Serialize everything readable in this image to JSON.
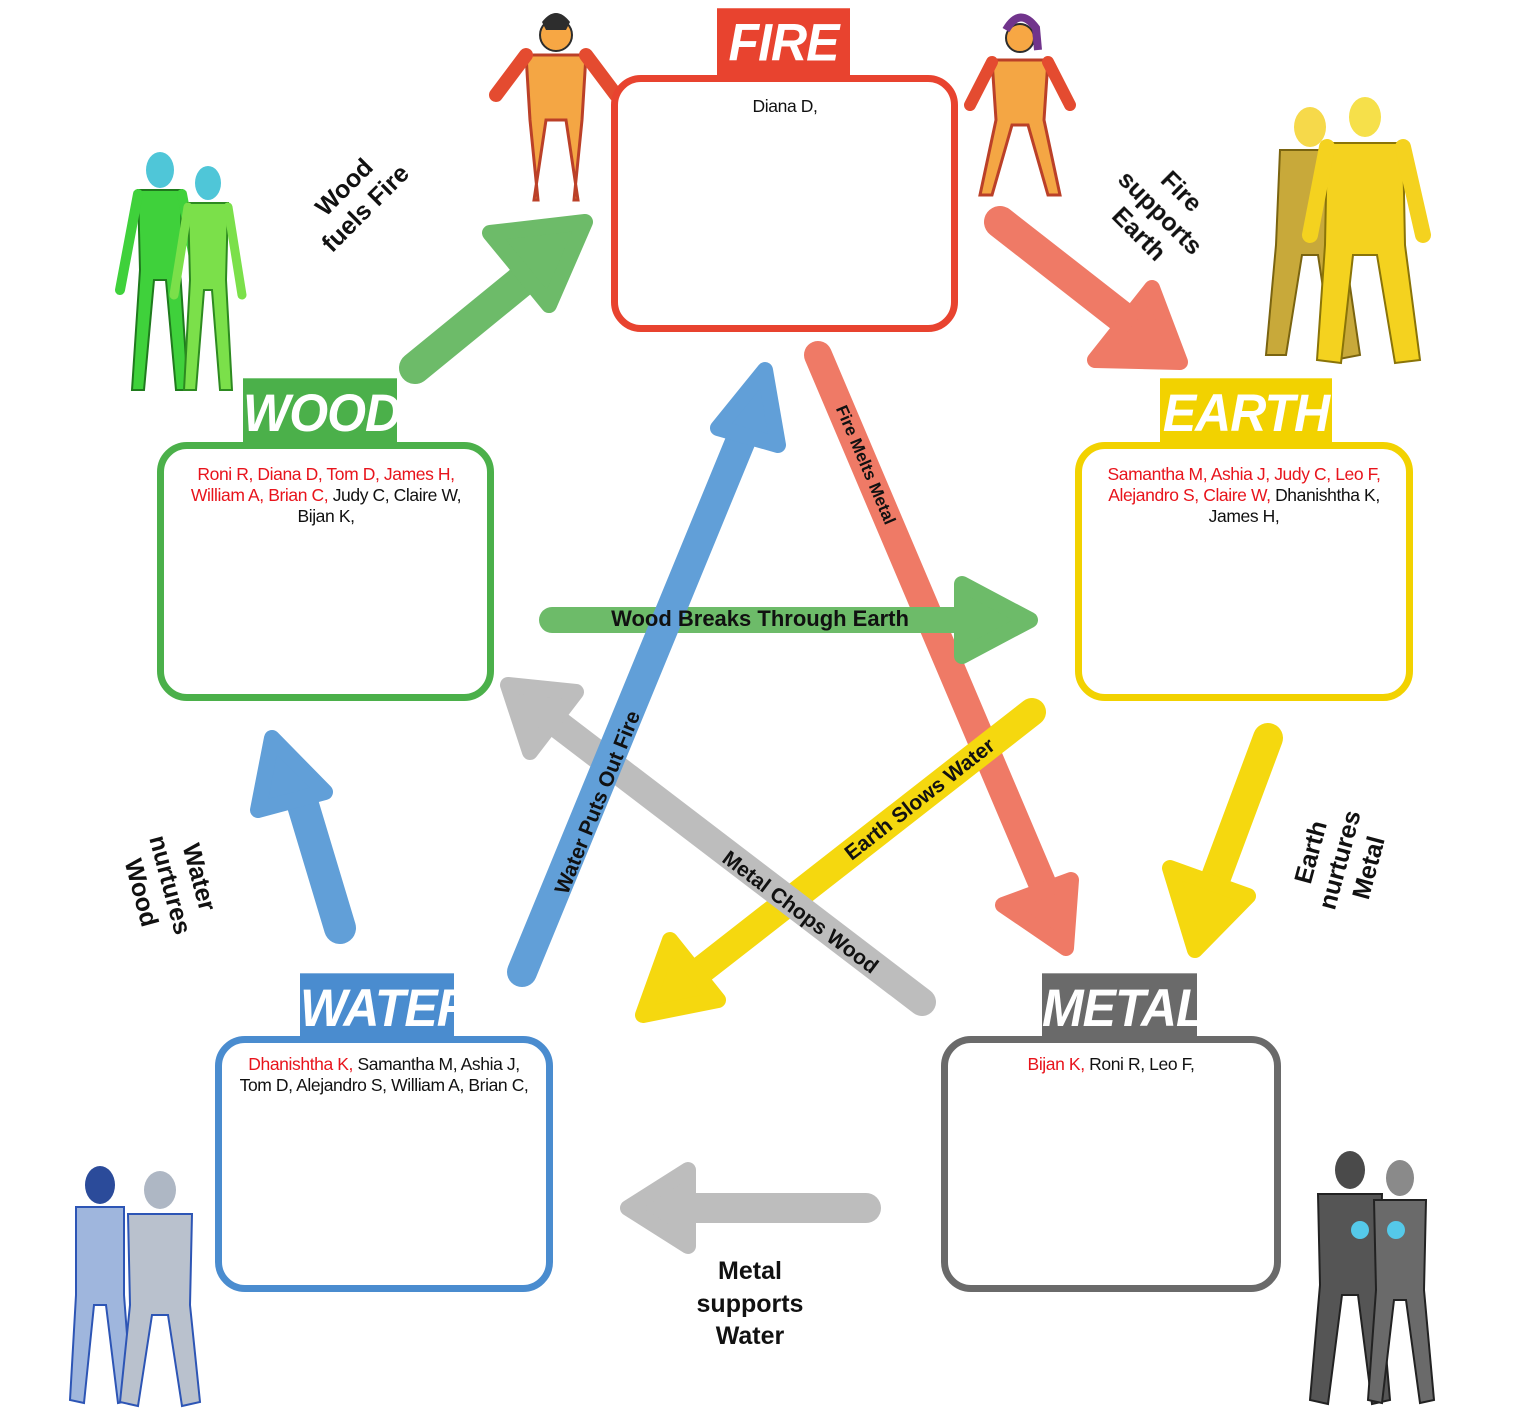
{
  "elements": {
    "fire": {
      "label": "FIRE",
      "color": "#e8432f",
      "names": [
        {
          "text": "Diana D,",
          "highlight": false
        }
      ]
    },
    "earth": {
      "label": "EARTH",
      "color": "#f2d200",
      "names": [
        {
          "text": "Samantha M, Ashia J, Judy C, Leo F, Alejandro S, Claire W,",
          "highlight": true
        },
        {
          "text": "Dhanishtha K, James H,",
          "highlight": false
        }
      ]
    },
    "metal": {
      "label": "METAL",
      "color": "#6a6a6a",
      "names": [
        {
          "text": "Bijan K,",
          "highlight": true
        },
        {
          "text": "Roni R, Leo F,",
          "highlight": false
        }
      ]
    },
    "water": {
      "label": "WATER",
      "color": "#4a8ccf",
      "names": [
        {
          "text": "Dhanishtha K,",
          "highlight": true
        },
        {
          "text": "Samantha M, Ashia J, Tom D, Alejandro S, William A, Brian C,",
          "highlight": false
        }
      ]
    },
    "wood": {
      "label": "WOOD",
      "color": "#4bb04a",
      "names": [
        {
          "text": "Roni R, Diana D, Tom D, James H, William A, Brian C,",
          "highlight": true
        },
        {
          "text": "Judy C, Claire W, Bijan K,",
          "highlight": false
        }
      ]
    }
  },
  "highlight_color": "#e8141c",
  "relations": {
    "wood_fuels_fire": {
      "text": "Wood fuels Fire",
      "color": "#6dbb69"
    },
    "fire_supports_earth": {
      "text": "Fire supports Earth",
      "color": "#ef7a66"
    },
    "earth_nurtures_metal": {
      "text": "Earth nurtures Metal",
      "color": "#f5d80f"
    },
    "metal_supports_water": {
      "text": "Metal supports Water",
      "color": "#bdbdbd"
    },
    "water_nurtures_wood": {
      "text": "Water nurtures Wood",
      "color": "#619fd8"
    },
    "fire_melts_metal": {
      "text": "Fire Melts Metal",
      "color": "#ef7a66"
    },
    "wood_breaks_earth": {
      "text": "Wood Breaks Through Earth",
      "color": "#6dbb69"
    },
    "earth_slows_water": {
      "text": "Earth Slows Water",
      "color": "#f5d80f"
    },
    "metal_chops_wood": {
      "text": "Metal Chops Wood",
      "color": "#bdbdbd"
    },
    "water_puts_out_fire": {
      "text": "Water Puts Out Fire",
      "color": "#619fd8"
    }
  }
}
